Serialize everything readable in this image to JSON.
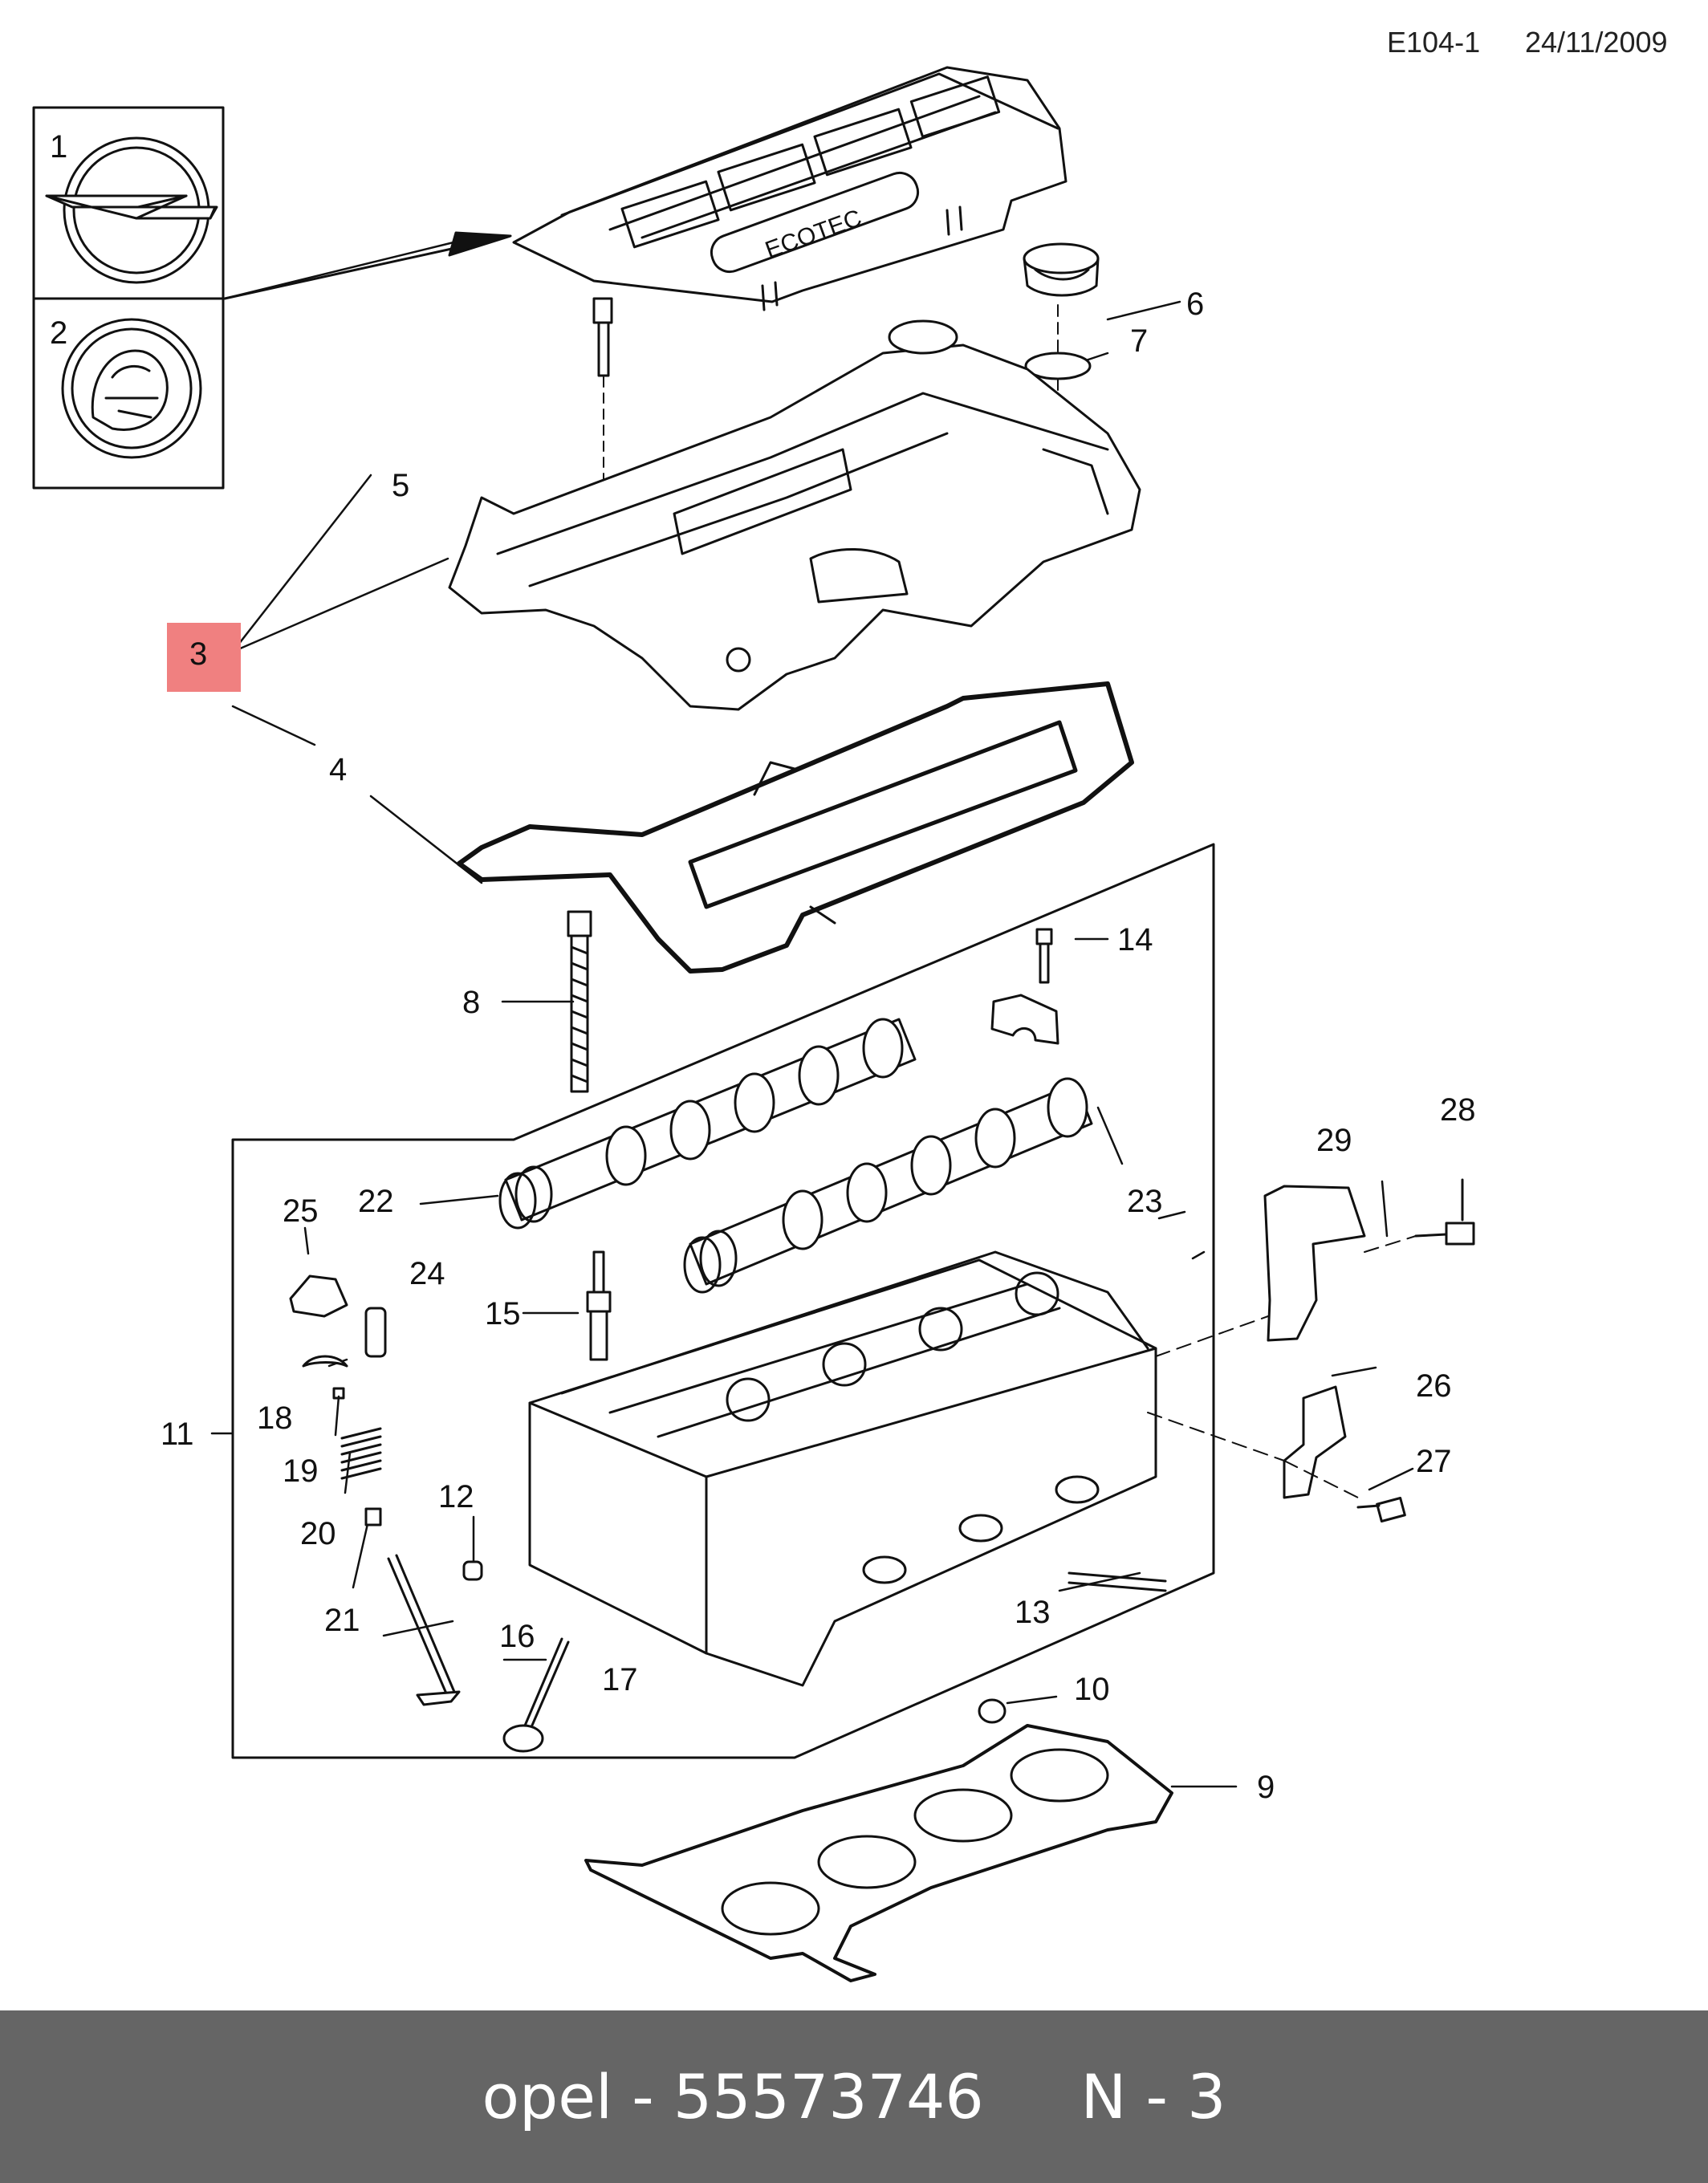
{
  "header": {
    "code": "E104-1",
    "date": "24/11/2009"
  },
  "callouts": {
    "c1": "1",
    "c2": "2",
    "c3": "3",
    "c4": "4",
    "c5": "5",
    "c6": "6",
    "c7": "7",
    "c8": "8",
    "c9": "9",
    "c10": "10",
    "c11": "11",
    "c12": "12",
    "c13": "13",
    "c14": "14",
    "c15": "15",
    "c16": "16",
    "c17": "17",
    "c18": "18",
    "c19": "19",
    "c20": "20",
    "c21": "21",
    "c22": "22",
    "c23": "23",
    "c24": "24",
    "c25": "25",
    "c26": "26",
    "c27": "27",
    "c28": "28",
    "c29": "29"
  },
  "highlight": {
    "part": "3",
    "color": "#f08080"
  },
  "cover_label": "ECOTEC",
  "footer": {
    "text": "opel - 55573746     N - 3",
    "background": "#656565"
  }
}
